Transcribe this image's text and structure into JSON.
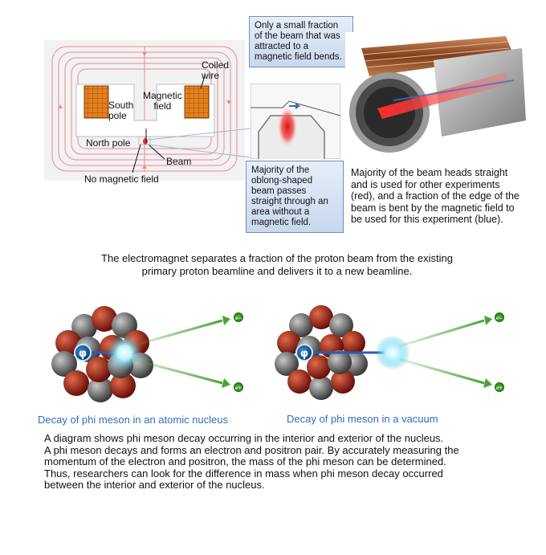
{
  "magnet": {
    "coiled_wire": "Coiled\nwire",
    "magnetic_field": "Magnetic\nfield",
    "south_pole": "South\npole",
    "north_pole": "North pole",
    "beam": "Beam",
    "no_field": "No magnetic field"
  },
  "callouts": {
    "top": "Only a small fraction of the beam that was attracted to a magnetic field bends.",
    "bottom": "Majority of the oblong-shaped beam passes straight through an area without a magnetic field."
  },
  "beam_description": "Majority of the beam heads straight and is used for other experiments (red), and a fraction of the edge of the beam is bent by the magnetic field to be used for this experiment (blue).",
  "electromagnet_caption": "The electromagnet separates a fraction of the proton beam from the existing primary proton beamline and delivers it to a new beamline.",
  "decay": {
    "left_caption": "Decay of phi meson in an atomic nucleus",
    "right_caption": "Decay of phi meson in a vacuum",
    "phi_symbol": "φ",
    "electron": "e−",
    "positron": "e+"
  },
  "description_lines": [
    "A diagram shows phi meson decay occurring in the interior and exterior of the nucleus.",
    "A phi meson decays and forms an electron and positron pair. By accurately measuring the",
    "momentum of the electron and positron, the mass of the phi meson can be determined.",
    "Thus, researchers can look for the difference in mass when phi meson decay occurred",
    "between the interior and exterior of the nucleus."
  ],
  "colors": {
    "field_lines": "#e98a93",
    "coil": "#e2811e",
    "callout_border": "#6f8fbf",
    "caption_blue": "#2f6fb7",
    "arrow_green": "#4aa234"
  }
}
